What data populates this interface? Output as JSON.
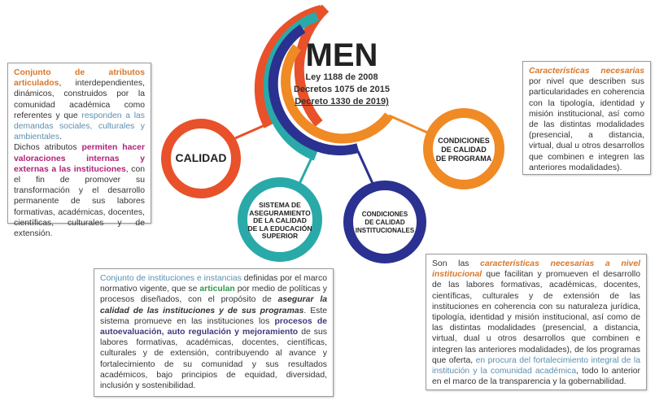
{
  "center": {
    "title": "MEN",
    "line1": "Ley 1188 de 2008",
    "line2": "Decretos 1075 de 2015",
    "line3": "Decreto 1330 de 2019)"
  },
  "nodes": {
    "calidad": "CALIDAD",
    "sistema": [
      "SISTEMA DE",
      "ASEGURAMIENTO",
      "DE LA CALIDAD",
      "DE LA EDUCACIÓN",
      "SUPERIOR"
    ],
    "institucionales": [
      "CONDICIONES",
      "DE CALIDAD",
      "INSTITUCIONALES"
    ],
    "programa": [
      "CONDICIONES",
      "DE CALIDAD",
      "DE PROGRAMA"
    ]
  },
  "colors": {
    "red": "#e8512a",
    "teal": "#2aa9a9",
    "blue": "#2b3190",
    "orange": "#f08a24"
  },
  "boxes": {
    "calidad": {
      "p1": "Conjunto de atributos articulados",
      "p2": ", interdependientes, dinámicos, construidos por la comunidad académica como referentes y que ",
      "p3": "responden a las demandas sociales, culturales y ambientales",
      "p4": ".",
      "p5": "Dichos atributos ",
      "p6": "permiten hacer valoraciones internas y externas a las instituciones",
      "p7": ", con el fin de promover su transformación y el desarrollo permanente de sus labores formativas, académicas, docentes, científicas, culturales y de extensión."
    },
    "programa": {
      "p1": "Características necesarias",
      "p2": " por nivel que describen sus particularidades en coherencia con la tipología, identidad y misión institucional, así como de las distintas modalidades (presencial, a distancia, virtual, dual u otros desarrollos que combinen e integren las anteriores modalidades)."
    },
    "sistema": {
      "p1": "Conjunto de instituciones e instancias",
      "p2": " definidas por el marco normativo vigente, que se ",
      "p3": "articulan",
      "p4": " por medio de políticas y procesos diseñados, con el propósito de ",
      "p5": "asegurar la calidad de las instituciones y de sus programas",
      "p6": ". Este sistema promueve en las instituciones los ",
      "p7": "procesos de autoevaluación, auto regulación y mejoramiento",
      "p8": " de sus labores formativas, académicas, docentes, científicas, culturales y de extensión, contribuyendo al avance y fortalecimiento de su comunidad y sus resultados académicos, bajo principios de equidad, diversidad, inclusión y sostenibilidad."
    },
    "institucionales": {
      "p1": "Son las ",
      "p2": "características necesarias a nivel institucional",
      "p3": " que facilitan y promueven el desarrollo de las labores formativas, académicas, docentes, científicas, culturales y de extensión de las instituciones en coherencia con su naturaleza jurídica, tipología, identidad y misión institucional, así como de las distintas modalidades (presencial, a distancia, virtual, dual u otros desarrollos que combinen e integren las anteriores modalidades), de los programas que oferta, ",
      "p4": "en procura del fortalecimiento integral de la institución y la comunidad académica",
      "p5": ", todo lo anterior en el marco de la transparencia y la gobernabilidad."
    }
  }
}
